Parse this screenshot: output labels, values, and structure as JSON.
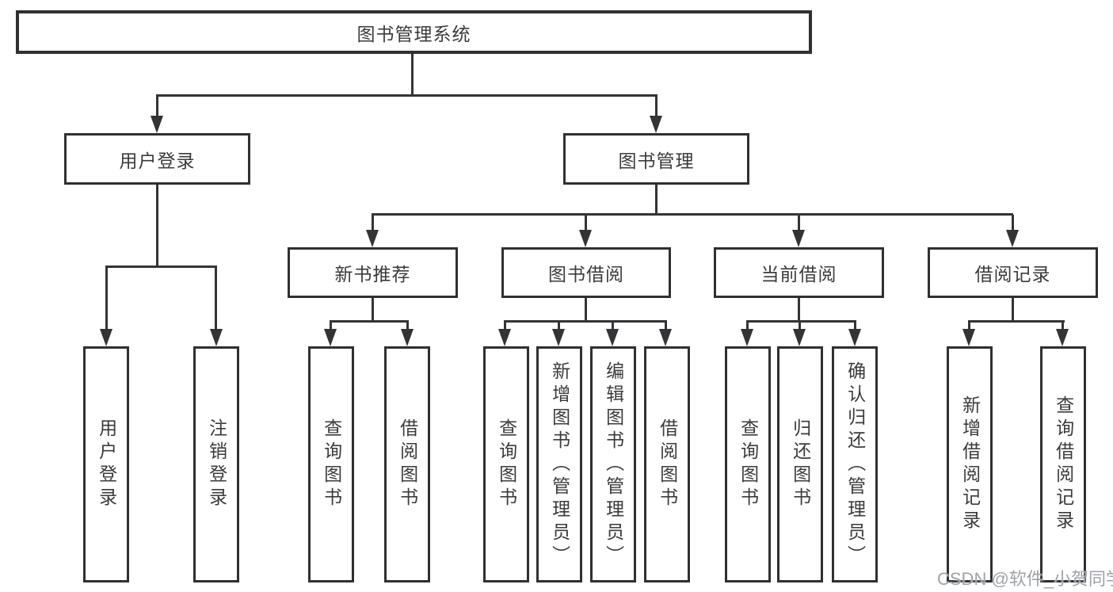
{
  "diagram": {
    "tree": {
      "label": "图书管理系统",
      "children": [
        {
          "label": "用户登录",
          "children": [
            {
              "label": "用户登录"
            },
            {
              "label": "注销登录"
            }
          ]
        },
        {
          "label": "图书管理",
          "children": [
            {
              "label": "新书推荐",
              "children": [
                {
                  "label": "查询图书"
                },
                {
                  "label": "借阅图书"
                }
              ]
            },
            {
              "label": "图书借阅",
              "children": [
                {
                  "label": "查询图书"
                },
                {
                  "label": "新增图书（管理员）"
                },
                {
                  "label": "编辑图书（管理员）"
                },
                {
                  "label": "借阅图书"
                }
              ]
            },
            {
              "label": "当前借阅",
              "children": [
                {
                  "label": "查询图书"
                },
                {
                  "label": "归还图书"
                },
                {
                  "label": "确认归还（管理员）"
                }
              ]
            },
            {
              "label": "借阅记录",
              "children": [
                {
                  "label": "新增借阅记录"
                },
                {
                  "label": "查询借阅记录"
                }
              ]
            }
          ]
        }
      ]
    },
    "colors": {
      "line": "#333436",
      "text": "#3b3b3d",
      "background": "#ffffff",
      "watermark": "#9ea3a8"
    }
  },
  "watermark": {
    "text": "CSDN @软件_小贺同学"
  }
}
